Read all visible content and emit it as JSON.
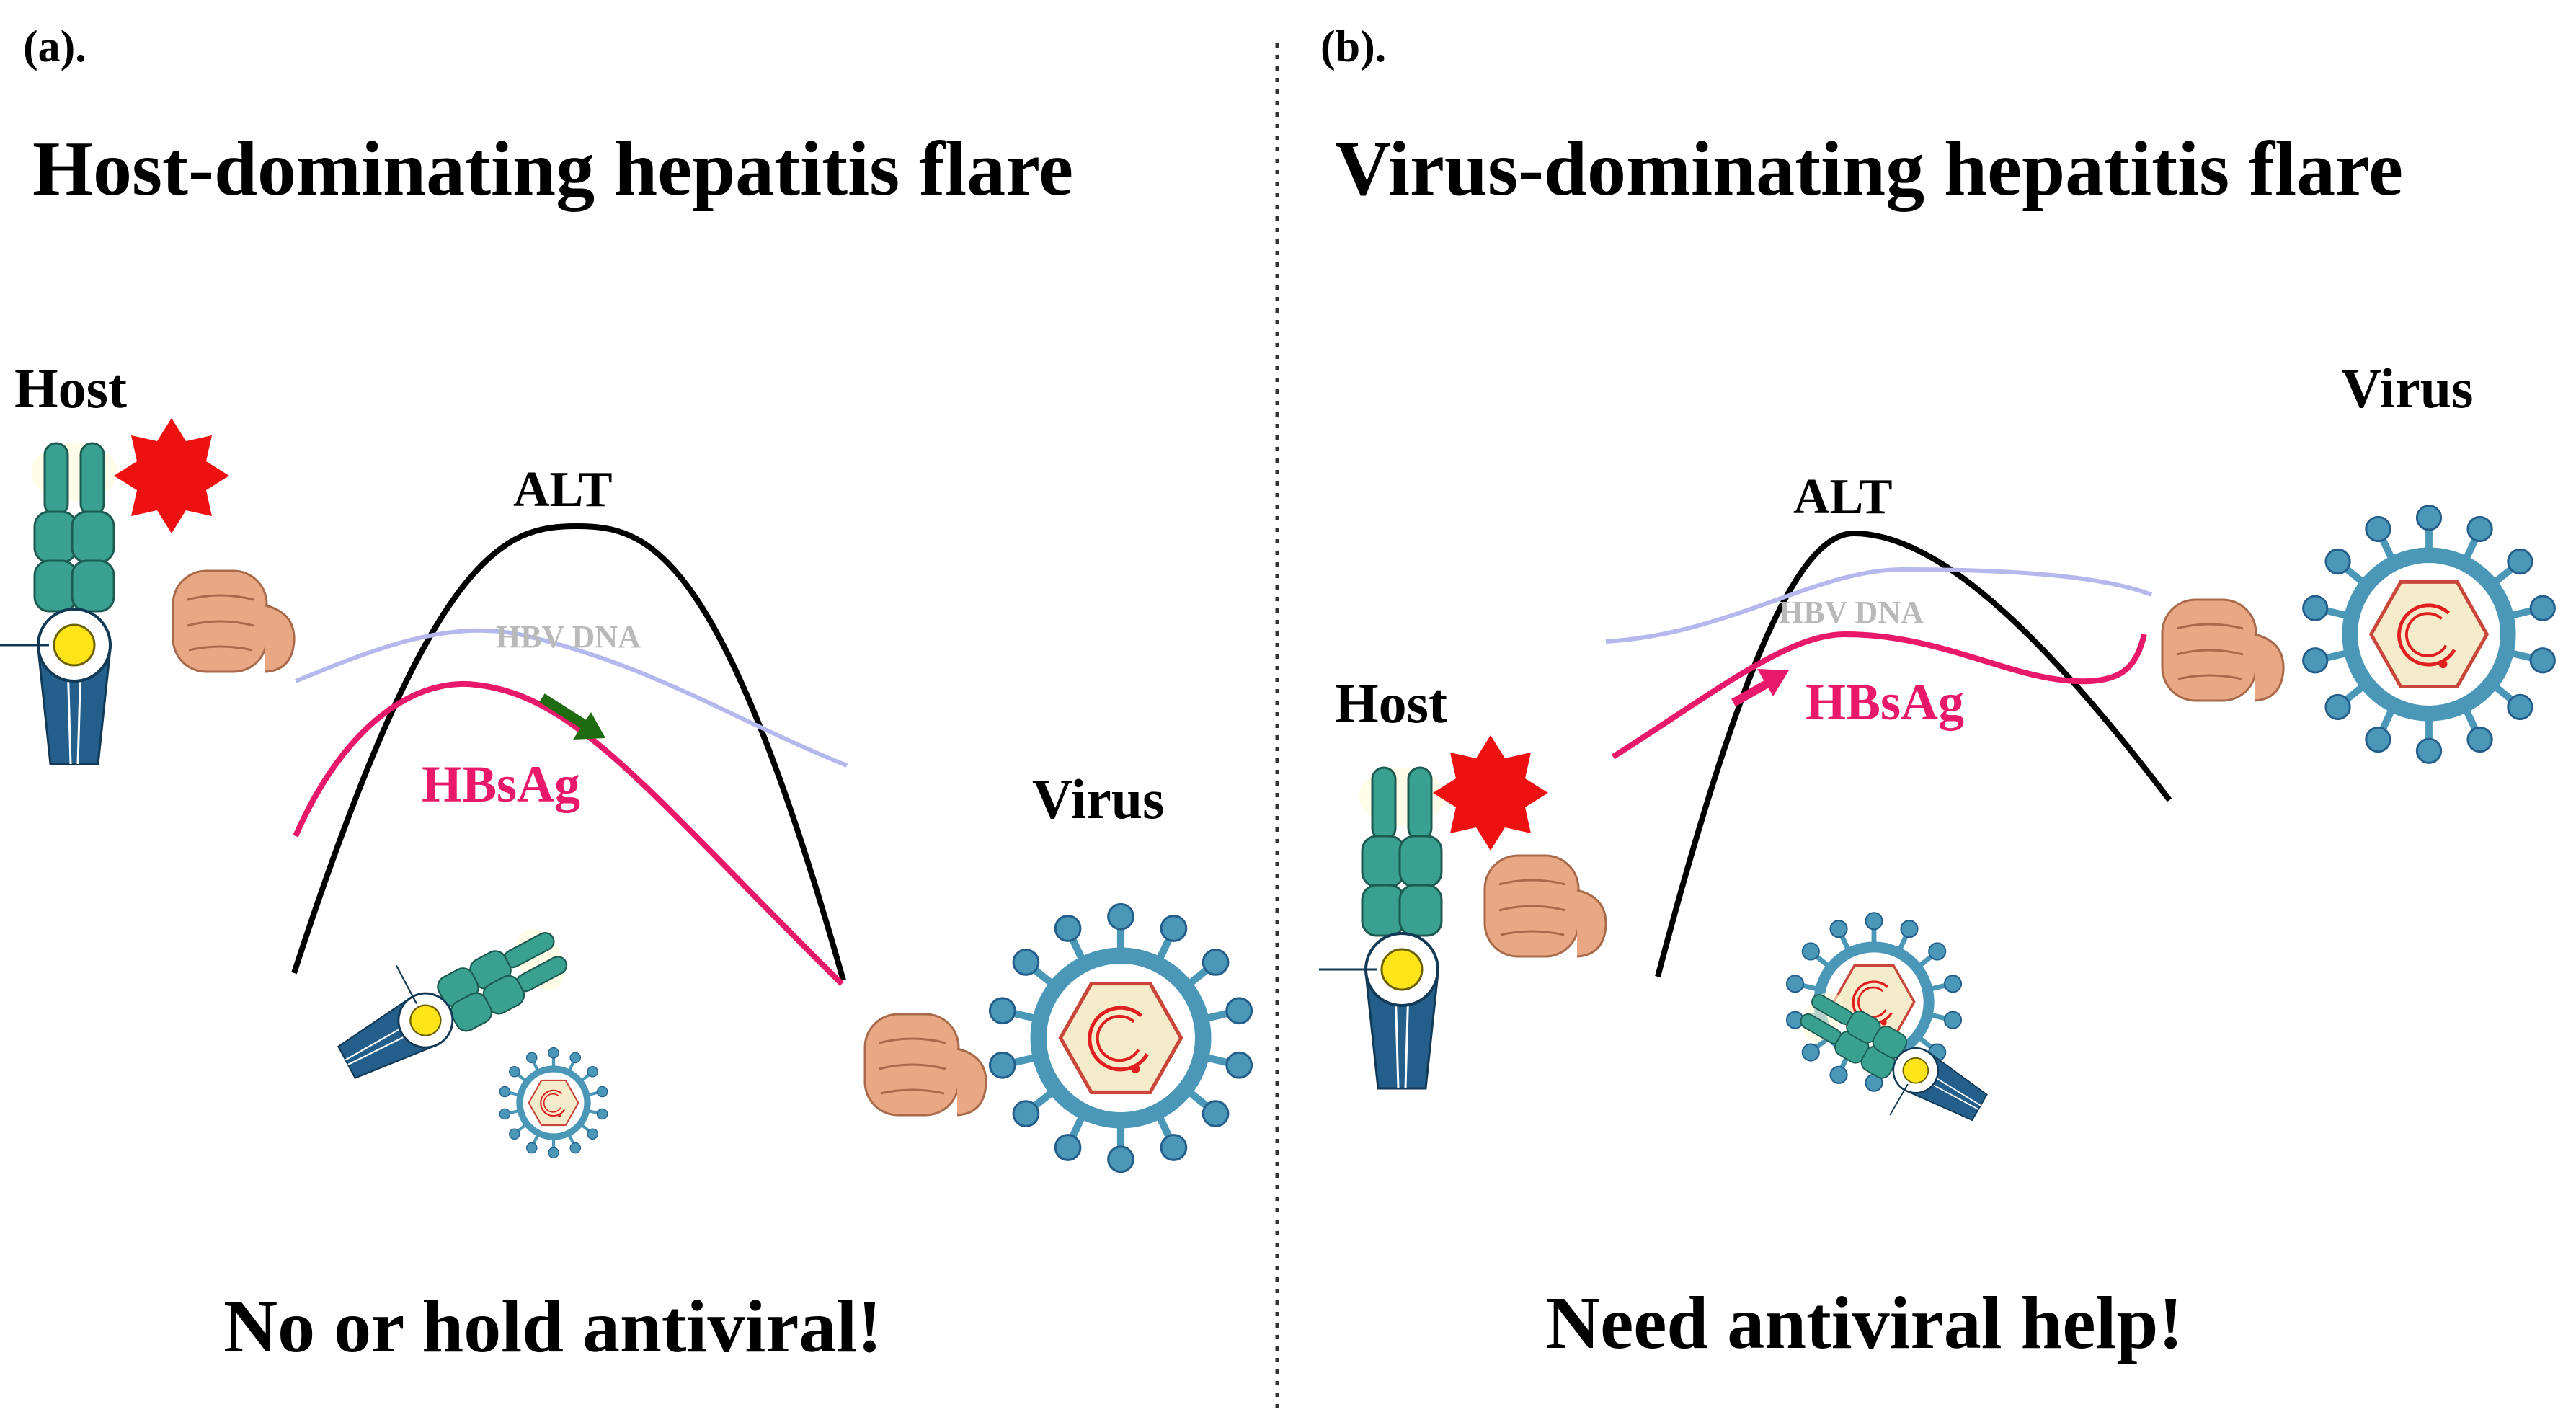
{
  "panels": [
    {
      "id": "a",
      "label": "(a).",
      "title": "Host-dominating hepatitis flare",
      "host_label": "Host",
      "virus_label": "Virus",
      "alt_label": "ALT",
      "hbv_dna_label": "HBV DNA",
      "hbsag_label": "HBsAg",
      "conclusion": "No or hold antiviral!",
      "hbsag_trend": "decreasing"
    },
    {
      "id": "b",
      "label": "(b).",
      "title": "Virus-dominating hepatitis flare",
      "host_label": "Host",
      "virus_label": "Virus",
      "alt_label": "ALT",
      "hbv_dna_label": "HBV DNA",
      "hbsag_label": "HBsAg",
      "conclusion": "Need antiviral help!",
      "hbsag_trend": "increasing"
    }
  ],
  "colors": {
    "alt": "#000000",
    "hbv_dna": "#b4b8ec",
    "hbsag": "#e8196a",
    "arrow_down": "#1e6b12",
    "arrow_up": "#e8196a",
    "star": "#ee1111",
    "cell_teal": "#3aa08f",
    "cell_blue": "#245f8c",
    "virus_ring": "#4a97b8",
    "virus_core": "#f6eccb",
    "virus_dna": "#e02020",
    "fist_skin": "#e8a884",
    "divider": "#333333"
  },
  "icons": [
    "host-t-cell-icon",
    "virus-particle-icon",
    "fist-icon",
    "red-star-icon"
  ]
}
